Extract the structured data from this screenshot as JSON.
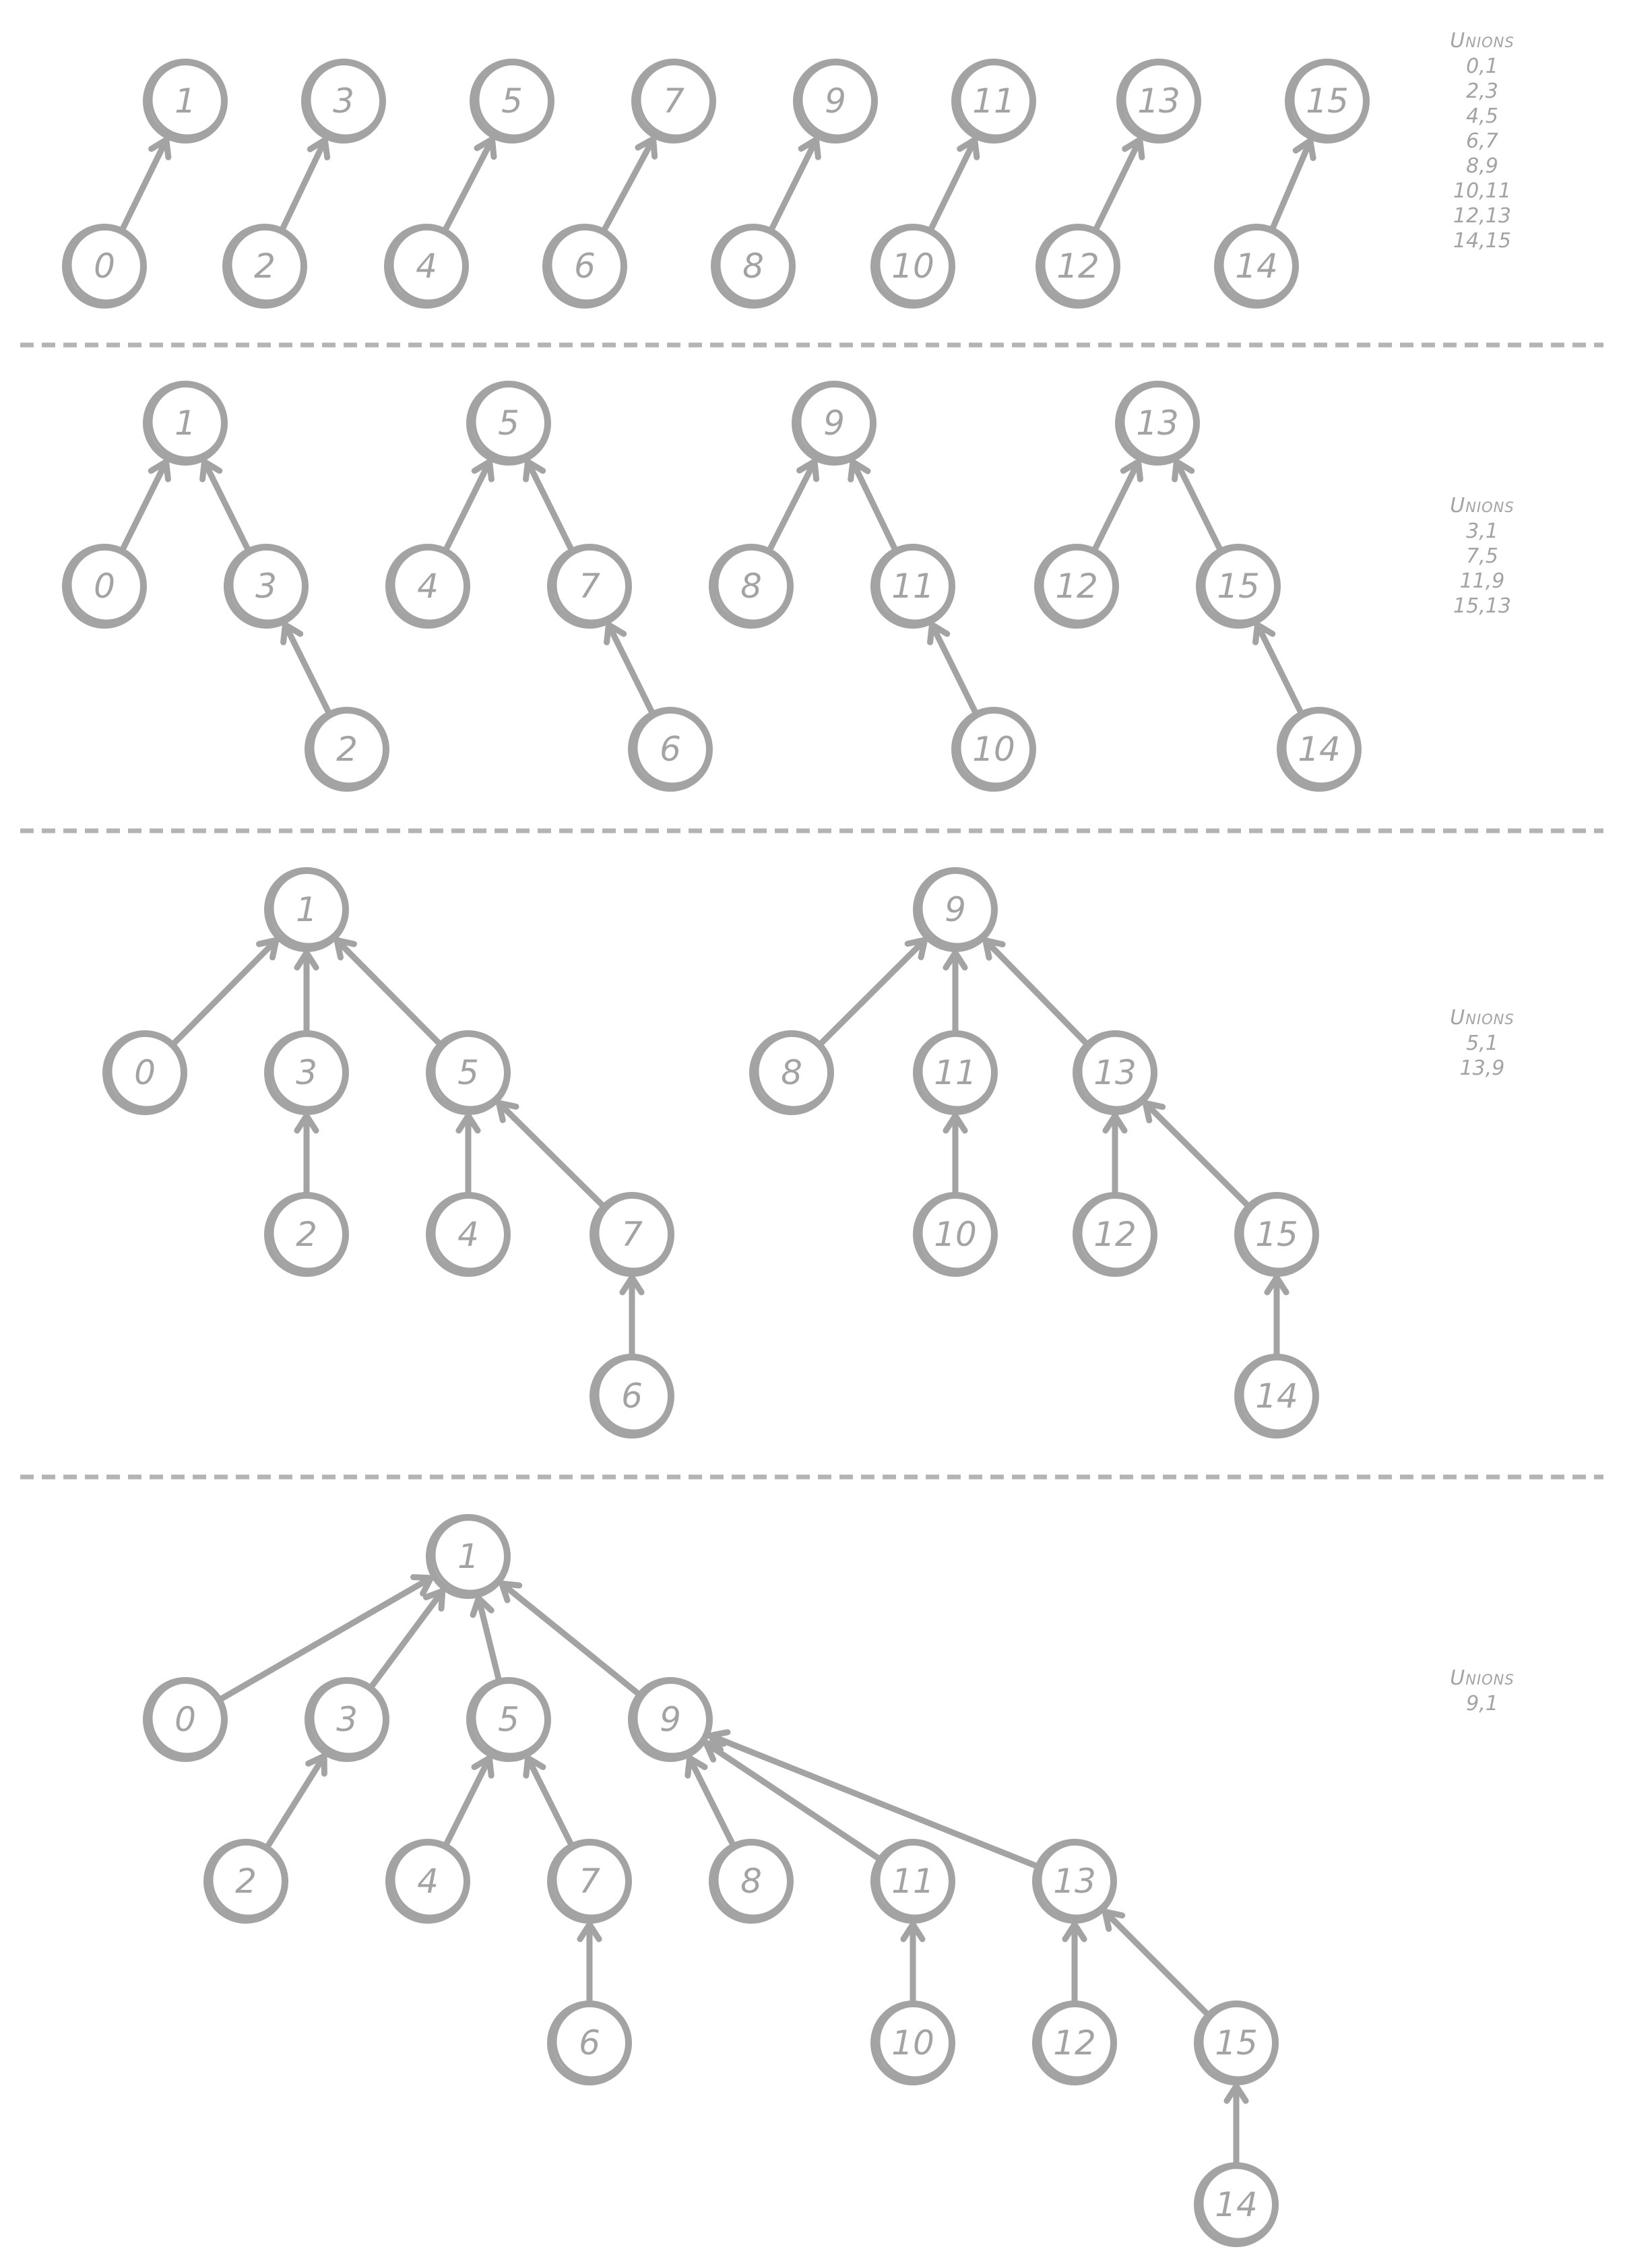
{
  "colors": {
    "ink": "#a3a3a3",
    "divider": "#b4b4b4",
    "background": "#ffffff"
  },
  "stages": [
    {
      "id": "stage1",
      "unions_title": "Unions",
      "unions": [
        "0,1",
        "2,3",
        "4,5",
        "6,7",
        "8,9",
        "10,11",
        "12,13",
        "14,15"
      ],
      "edges": [
        [
          "0",
          "1"
        ],
        [
          "2",
          "3"
        ],
        [
          "4",
          "5"
        ],
        [
          "6",
          "7"
        ],
        [
          "8",
          "9"
        ],
        [
          "10",
          "11"
        ],
        [
          "12",
          "13"
        ],
        [
          "14",
          "15"
        ]
      ]
    },
    {
      "id": "stage2",
      "unions_title": "Unions",
      "unions": [
        "3,1",
        "7,5",
        "11,9",
        "15,13"
      ],
      "edges": [
        [
          "0",
          "1"
        ],
        [
          "3",
          "1"
        ],
        [
          "2",
          "3"
        ],
        [
          "4",
          "5"
        ],
        [
          "7",
          "5"
        ],
        [
          "6",
          "7"
        ],
        [
          "8",
          "9"
        ],
        [
          "11",
          "9"
        ],
        [
          "10",
          "11"
        ],
        [
          "12",
          "13"
        ],
        [
          "15",
          "13"
        ],
        [
          "14",
          "15"
        ]
      ]
    },
    {
      "id": "stage3",
      "unions_title": "Unions",
      "unions": [
        "5,1",
        "13,9"
      ],
      "edges": [
        [
          "0",
          "1"
        ],
        [
          "3",
          "1"
        ],
        [
          "5",
          "1"
        ],
        [
          "2",
          "3"
        ],
        [
          "4",
          "5"
        ],
        [
          "7",
          "5"
        ],
        [
          "6",
          "7"
        ],
        [
          "8",
          "9"
        ],
        [
          "11",
          "9"
        ],
        [
          "13",
          "9"
        ],
        [
          "10",
          "11"
        ],
        [
          "12",
          "13"
        ],
        [
          "15",
          "13"
        ],
        [
          "14",
          "15"
        ]
      ]
    },
    {
      "id": "stage4",
      "unions_title": "Unions",
      "unions": [
        "9,1"
      ],
      "edges": [
        [
          "0",
          "1"
        ],
        [
          "3",
          "1"
        ],
        [
          "5",
          "1"
        ],
        [
          "9",
          "1"
        ],
        [
          "2",
          "3"
        ],
        [
          "4",
          "5"
        ],
        [
          "7",
          "5"
        ],
        [
          "6",
          "7"
        ],
        [
          "8",
          "9"
        ],
        [
          "11",
          "9"
        ],
        [
          "13",
          "9"
        ],
        [
          "10",
          "11"
        ],
        [
          "12",
          "13"
        ],
        [
          "15",
          "13"
        ],
        [
          "14",
          "15"
        ]
      ]
    }
  ]
}
